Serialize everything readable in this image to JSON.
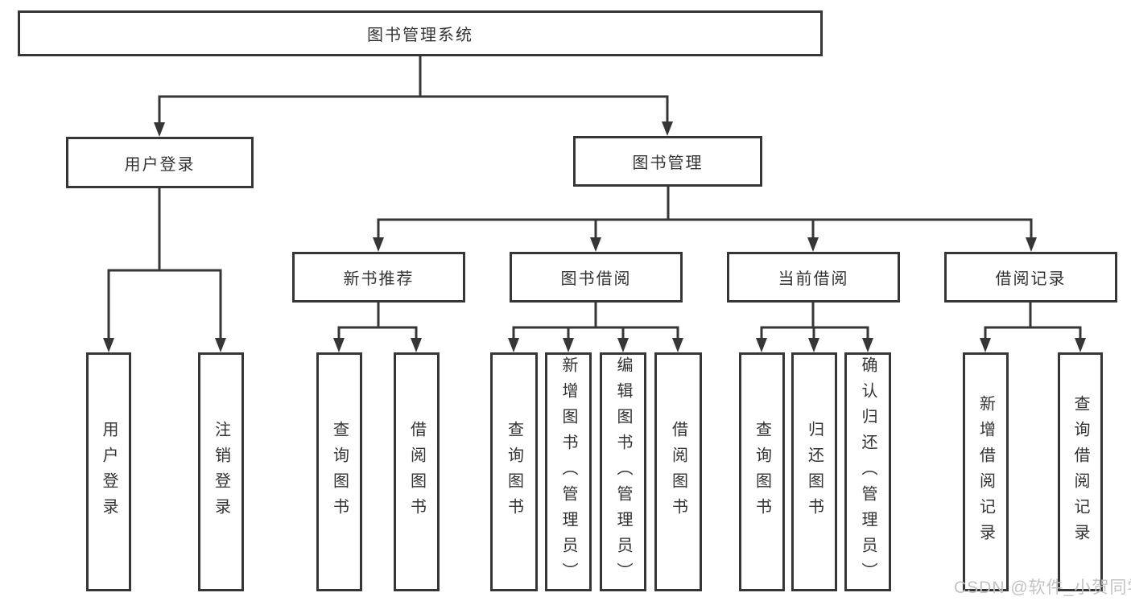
{
  "diagram": {
    "root": {
      "label": "图书管理系统"
    },
    "level2": {
      "user_login": {
        "label": "用户登录"
      },
      "book_mgmt": {
        "label": "图书管理"
      }
    },
    "level3": {
      "new_book": {
        "label": "新书推荐"
      },
      "book_borrow": {
        "label": "图书借阅"
      },
      "current_borrow": {
        "label": "当前借阅"
      },
      "borrow_record": {
        "label": "借阅记录"
      }
    },
    "leaves": {
      "user_login_action": {
        "label": "用户登录"
      },
      "logout": {
        "label": "注销登录"
      },
      "nb_query_books": {
        "label": "查询图书"
      },
      "nb_borrow_books": {
        "label": "借阅图书"
      },
      "bb_query_books": {
        "label": "查询图书"
      },
      "bb_add_books_admin": {
        "label": "新增图书（管理员）"
      },
      "bb_edit_books_admin": {
        "label": "编辑图书（管理员）"
      },
      "bb_borrow_books": {
        "label": "借阅图书"
      },
      "cb_query_books": {
        "label": "查询图书"
      },
      "cb_return_books": {
        "label": "归还图书"
      },
      "cb_confirm_return_admin": {
        "label": "确认归还（管理员）"
      },
      "br_add_record": {
        "label": "新增借阅记录"
      },
      "br_query_record": {
        "label": "查询借阅记录"
      }
    }
  },
  "watermark": {
    "text": "CSDN @软件_小贺同学"
  },
  "colors": {
    "line": "#363636",
    "text": "#333333",
    "watermark": "#c2c2c2",
    "background": "#ffffff"
  }
}
